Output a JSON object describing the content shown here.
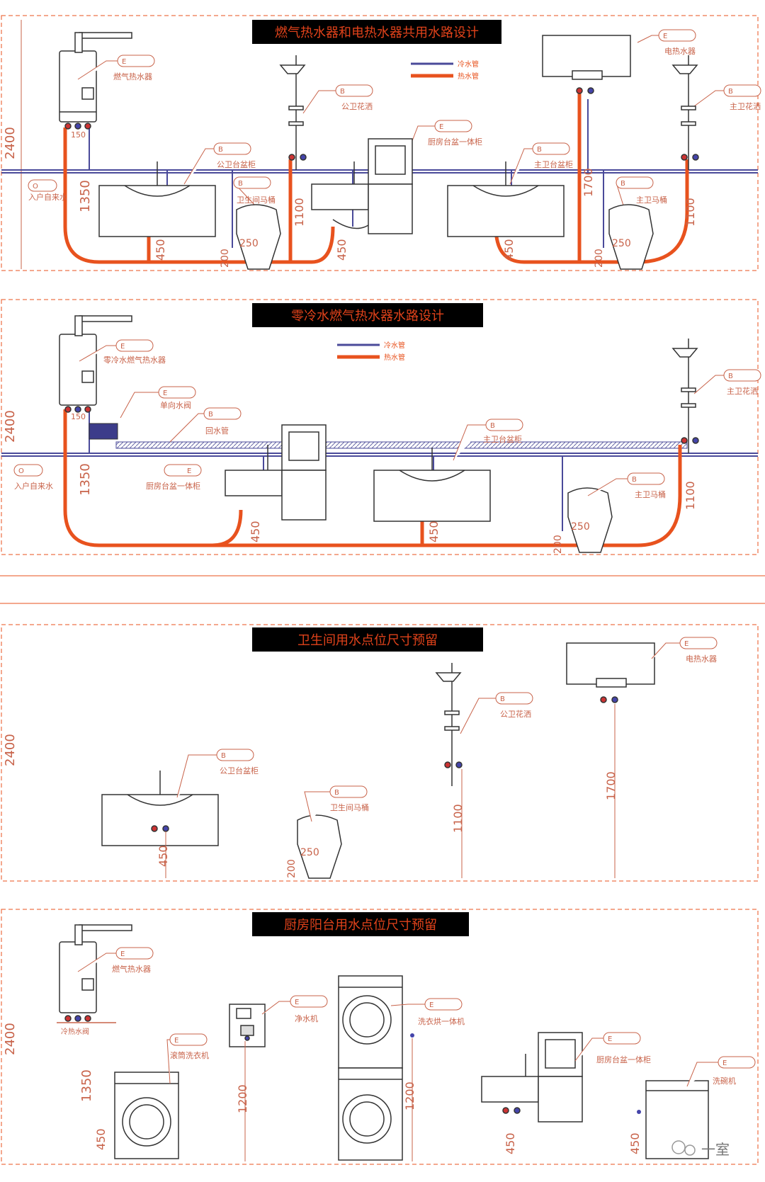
{
  "colors": {
    "hot": "#e8521e",
    "cold": "#4a4a9a",
    "frame": "#e8521e",
    "title_bg": "#000000",
    "title_text": "#e0421a",
    "dim": "#c8634a",
    "line": "#333333"
  },
  "legend": {
    "cold": "冷水管",
    "hot": "热水管"
  },
  "tags": {
    "B": "B",
    "E": "E",
    "O": "O"
  },
  "sections": [
    {
      "title": "燃气热水器和电热水器共用水路设计",
      "labels": {
        "gas_heater": "燃气热水器",
        "shower1": "公卫花洒",
        "kitchen_unit": "厨房台盆一体柜",
        "elec_heater": "电热水器",
        "shower2": "主卫花洒",
        "basin1": "公卫台盆柜",
        "basin2": "主卫台盆柜",
        "toilet1": "卫生间马桶",
        "toilet2": "主卫马桶",
        "inlet": "入户自来水"
      },
      "dims": {
        "h2400": "2400",
        "h1350": "1350",
        "h1100a": "1100",
        "h1100b": "1100",
        "h1700": "1700",
        "h450a": "450",
        "h450b": "450",
        "h450c": "450",
        "h200a": "200",
        "h200b": "200",
        "w250a": "250",
        "w250b": "250",
        "w150": "150"
      }
    },
    {
      "title": "零冷水燃气热水器水路设计",
      "labels": {
        "gas_heater": "零冷水燃气热水器",
        "valve": "单向水阀",
        "return": "回水管",
        "shower": "主卫花洒",
        "basin": "主卫台盆柜",
        "kitchen": "厨房台盆一体柜",
        "toilet": "主卫马桶",
        "inlet": "入户自来水"
      },
      "dims": {
        "h2400": "2400",
        "h1350": "1350",
        "h1100": "1100",
        "h450a": "450",
        "h450b": "450",
        "h200": "200",
        "w250": "250",
        "w150": "150"
      }
    },
    {
      "title": "卫生间用水点位尺寸预留",
      "labels": {
        "elec_heater": "电热水器",
        "shower": "公卫花洒",
        "basin": "公卫台盆柜",
        "toilet": "卫生间马桶"
      },
      "dims": {
        "h2400": "2400",
        "h1700": "1700",
        "h1100": "1100",
        "h450": "450",
        "h200": "200",
        "w250": "250"
      }
    },
    {
      "title": "厨房阳台用水点位尺寸预留",
      "labels": {
        "gas_heater": "燃气热水器",
        "purifier": "净水机",
        "washer_combo": "洗衣烘一体机",
        "washer": "滚筒洗衣机",
        "kitchen": "厨房台盆一体柜",
        "dishwasher": "洗碗机",
        "heater_valves": "冷热水阀"
      },
      "dims": {
        "h2400": "2400",
        "h1350": "1350",
        "h1200a": "1200",
        "h1200b": "1200",
        "h450a": "450",
        "h450b": "450",
        "h450c": "450"
      }
    }
  ],
  "watermark": "一室"
}
